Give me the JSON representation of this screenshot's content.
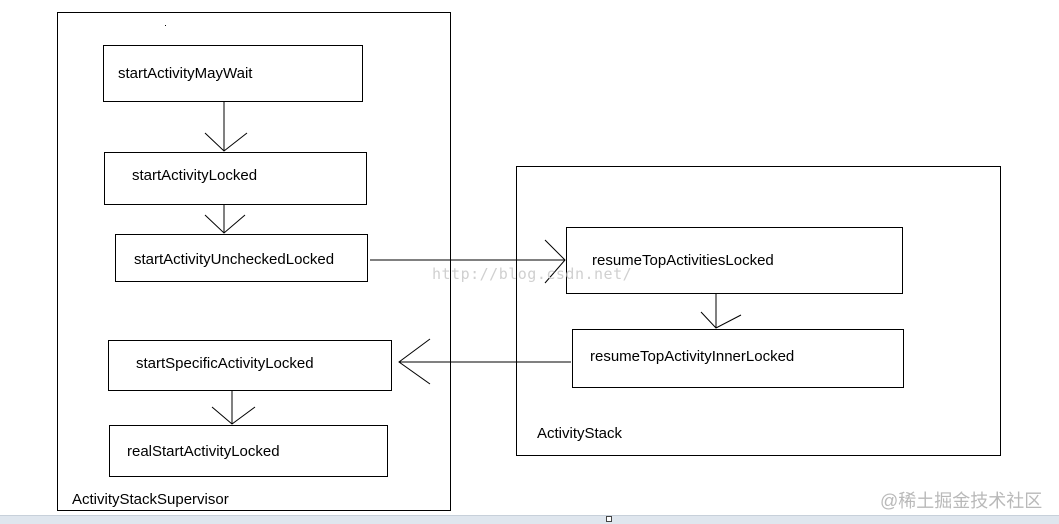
{
  "containers": {
    "supervisor": {
      "label": "ActivityStackSupervisor"
    },
    "stack": {
      "label": "ActivityStack"
    }
  },
  "nodes": {
    "start_activity_may_wait": "startActivityMayWait",
    "start_activity_locked": "startActivityLocked",
    "start_activity_unchecked_locked": "startActivityUncheckedLocked",
    "start_specific_activity_locked": "startSpecificActivityLocked",
    "real_start_activity_locked": "realStartActivityLocked",
    "resume_top_activities_locked": "resumeTopActivitiesLocked",
    "resume_top_activity_inner_locked": "resumeTopActivityInnerLocked"
  },
  "watermarks": {
    "url": "http://blog.csdn.net/",
    "brand": "@稀土掘金技术社区"
  },
  "colors": {
    "line": "#000000",
    "background": "#ffffff",
    "watermark": "#c8c8c8"
  }
}
